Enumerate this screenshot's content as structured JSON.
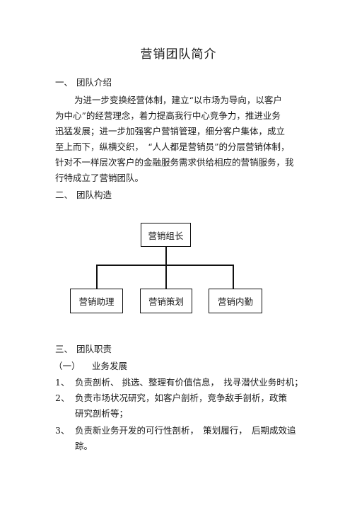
{
  "title": "营销团队简介",
  "sections": [
    {
      "number": "一、",
      "heading": "团队介绍"
    },
    {
      "number": "二、",
      "heading": "团队构造"
    },
    {
      "number": "三、",
      "heading": "团队职责"
    }
  ],
  "intro_lines": [
    "为进一步变换经营体制，建立“以市场为导向，以客户",
    "为中心”的经营理念，着力提高我行中心竞争力，推进业务",
    "迅猛发展；进一步加强客户营销管理，细分客户集体，成立",
    "至上而下，纵横交织，　“人人都是营销员”的分层营销体制，",
    "针对不一样层次客户的金融服务需求供给相应的营销服务，我",
    "行特成立了营销团队。"
  ],
  "org_chart": {
    "root": "营销组长",
    "children": [
      "营销助理",
      "营销策划",
      "营销内勤"
    ]
  },
  "subsection": {
    "number": "（一）",
    "heading": "业务发展"
  },
  "duties": [
    {
      "number": "1、",
      "lines": [
        "负责剖析、 挑选、整理有价值信息，　找寻潜伏业务时机；"
      ]
    },
    {
      "number": "2、",
      "lines": [
        "负责市场状况研究，如客户剖析，竞争敌手剖析，政策",
        "研究剖析等；"
      ]
    },
    {
      "number": "3、",
      "lines": [
        "负责新业务开发的可行性剖析，　策划履行，　后期成效追",
        "踪。"
      ]
    }
  ]
}
